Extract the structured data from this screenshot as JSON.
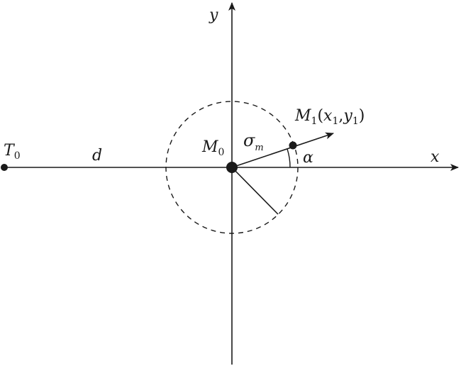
{
  "labels": {
    "y_axis": "y",
    "x_axis": "x",
    "t0_main": "T",
    "t0_sub": "0",
    "d": "d",
    "m0_main": "M",
    "m0_sub": "0",
    "sigma_main": "σ",
    "sigma_sub": "m",
    "alpha": "α",
    "m1_main": "M",
    "m1_sub": "1",
    "m1_open": "(",
    "m1_x": "x",
    "m1_xsub": "1",
    "m1_comma": ",",
    "m1_y": "y",
    "m1_ysub": "1",
    "m1_close": ")"
  },
  "colors": {
    "stroke": "#1a1a1a",
    "background": "#ffffff"
  }
}
